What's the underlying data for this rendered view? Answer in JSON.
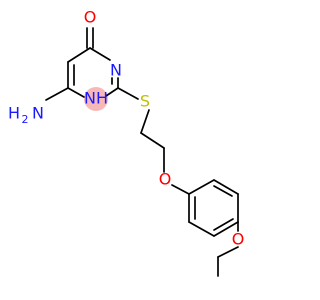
{
  "molecule": {
    "colors": {
      "background": "#ffffff",
      "bond": "#000000",
      "oxygen": "#ff0000",
      "nitrogen": "#1a1aff",
      "sulfur": "#c0c000",
      "nh_highlight": "#f4a0a0"
    },
    "atoms": {
      "carbonyl_o": "O",
      "ring_n_top": "N",
      "ring_nh_n": "N",
      "ring_nh_h": "H",
      "amine_n": "N",
      "amine_h": "H",
      "amine_sub": "2",
      "thioether_s": "S",
      "ether_o": "O",
      "ethoxy_o": "O"
    }
  }
}
